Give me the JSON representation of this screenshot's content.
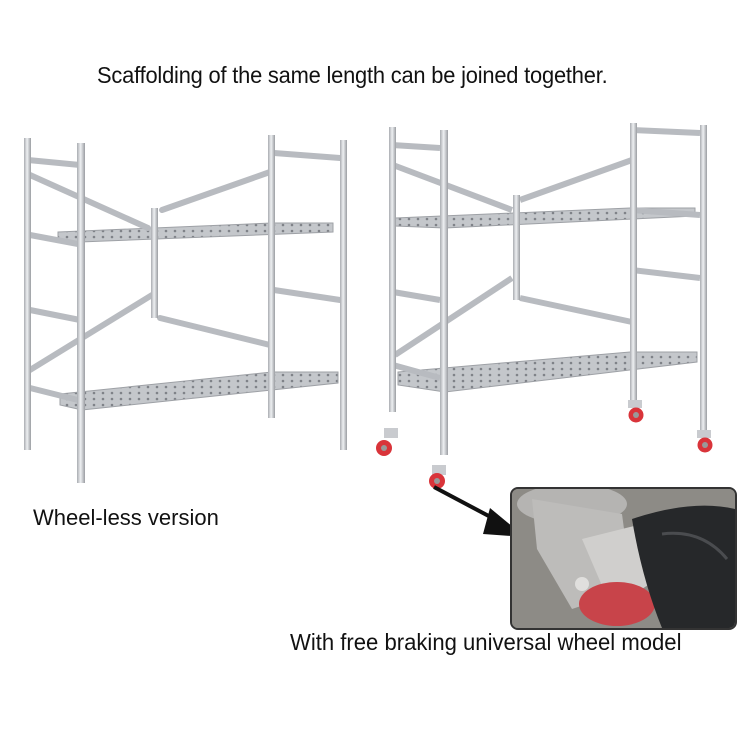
{
  "captions": {
    "top": "Scaffolding of the same length can be joined together.",
    "left": "Wheel-less version",
    "right": "With free braking universal wheel model"
  },
  "images": {
    "left_scaffold": "scaffold-without-wheels",
    "right_scaffold": "scaffold-with-wheels",
    "inset": "brake-wheel-closeup-with-foot",
    "arrow": "arrow-pointing-to-closeup"
  },
  "colors": {
    "tube": "#c9cbcf",
    "tube_shade": "#9ea1a6",
    "platform": "#b9bcc1",
    "wheel_red": "#d9343a",
    "text": "#111111"
  }
}
